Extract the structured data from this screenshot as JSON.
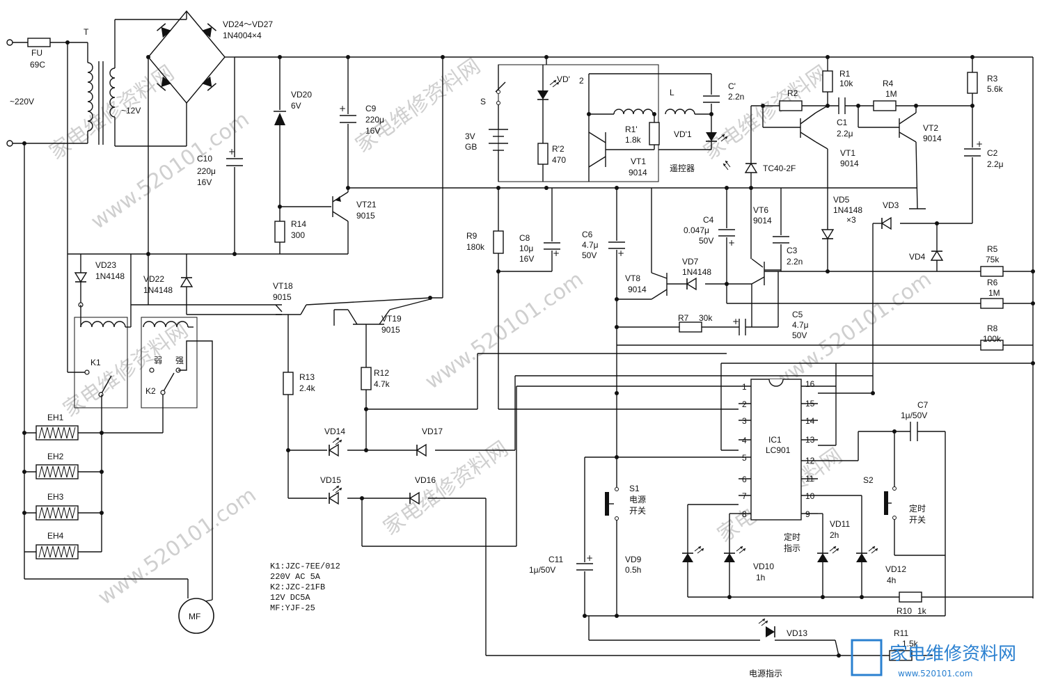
{
  "title": "",
  "labels": {
    "ac_input": "~220V",
    "fuse": "FU",
    "fuse_value": "69C",
    "transformer": "T",
    "secondary": "~12V",
    "bridge": "VD24～VD27",
    "bridge_value": "1N4004×4",
    "vd20": "VD20",
    "vd20_value": "6V",
    "c9": "C9",
    "c9_value1": "220μ",
    "c9_value2": "16V",
    "c10": "C10",
    "c10_value1": "220μ",
    "c10_value2": "16V",
    "r14": "R14",
    "r14_value": "300",
    "vt21": "VT21",
    "vt21_value": "9015",
    "vd23": "VD23",
    "vd23_value": "1N4148",
    "vd22": "VD22",
    "vd22_value": "1N4148",
    "vt18": "VT18",
    "vt18_value": "9015",
    "vt19": "VT19",
    "vt19_value": "9015",
    "k1": "K1",
    "k2": "K2",
    "k2_weak": "弱",
    "k2_strong": "强",
    "eh1": "EH1",
    "eh2": "EH2",
    "eh3": "EH3",
    "eh4": "EH4",
    "r13": "R13",
    "r13_value": "2.4k",
    "r12": "R12",
    "r12_value": "4.7k",
    "vd14": "VD14",
    "vd15": "VD15",
    "vd16": "VD16",
    "vd17": "VD17",
    "mf": "MF",
    "notes": [
      "K1:JZC-7EE/012",
      "220V AC 5A",
      "K2:JZC-21FB",
      "12V DC5A",
      "MF:YJF-25"
    ],
    "switch_s": "S",
    "battery": "3V",
    "battery_name": "GB",
    "vd_prime": "VD'",
    "r2_prime": "R'2",
    "r2_prime_value": "470",
    "node2": "2",
    "inductor": "L",
    "c_prime": "C'",
    "c_prime_value": "2.2n",
    "r1_prime": "R1'",
    "r1_prime_value": "1.8k",
    "vd1_prime": "VD'1",
    "vt1_remote": "VT1",
    "vt1_remote_value": "9014",
    "remote": "遥控器",
    "r2": "R2",
    "r1": "R1",
    "r1_value": "10k",
    "r4": "R4",
    "r4_value": "1M",
    "r3": "R3",
    "r3_value": "5.6k",
    "c1": "C1",
    "c1_value": "2.2μ",
    "vt1": "VT1",
    "vt1_value": "9014",
    "vt2": "VT2",
    "vt2_value": "9014",
    "c2": "C2",
    "c2_value": "2.2μ",
    "tc40": "TC40-2F",
    "vd5": "VD5",
    "vd5_value1": "1N4148",
    "vd5_value2": "×3",
    "vd3": "VD3",
    "vd4": "VD4",
    "r9": "R9",
    "r9_value": "180k",
    "c8": "C8",
    "c8_value1": "10μ",
    "c8_value2": "16V",
    "c6": "C6",
    "c6_value1": "4.7μ",
    "c6_value2": "50V",
    "c4": "C4",
    "c4_value1": "0.047μ",
    "c4_value2": "50V",
    "vt6": "VT6",
    "vt6_value": "9014",
    "c3": "C3",
    "c3_value": "2.2n",
    "vt8": "VT8",
    "vt8_value": "9014",
    "vd7": "VD7",
    "vd7_value": "1N4148",
    "r5": "R5",
    "r5_value": "75k",
    "r6": "R6",
    "r6_value": "1M",
    "r7": "R7",
    "r7_value": "30k",
    "c5": "C5",
    "c5_value1": "4.7μ",
    "c5_value2": "50V",
    "r8": "R8",
    "r8_value": "100k",
    "ic1": "IC1",
    "ic1_value": "LC901",
    "pins_left": [
      "1",
      "2",
      "3",
      "4",
      "5",
      "6",
      "7",
      "8"
    ],
    "pins_right": [
      "16",
      "15",
      "14",
      "13",
      "12",
      "11",
      "10",
      "9"
    ],
    "c7": "C7",
    "c7_value": "1μ/50V",
    "s1": "S1",
    "s1_name1": "电源",
    "s1_name2": "开关",
    "s2": "S2",
    "s2_name1": "定时",
    "s2_name2": "开关",
    "c11": "C11",
    "c11_value": "1μ/50V",
    "vd9": "VD9",
    "vd9_value": "0.5h",
    "vd10": "VD10",
    "vd10_value": "1h",
    "vd11": "VD11",
    "vd11_value": "2h",
    "vd12": "VD12",
    "vd12_value": "4h",
    "timer_ind1": "定时",
    "timer_ind2": "指示",
    "r10": "R10",
    "r10_value": "1k",
    "r11": "R11",
    "r11_value": "1.5k",
    "vd13": "VD13",
    "power_ind": "电源指示"
  },
  "watermark": {
    "text": "家电维修资料网",
    "url": "www.520101.com"
  }
}
